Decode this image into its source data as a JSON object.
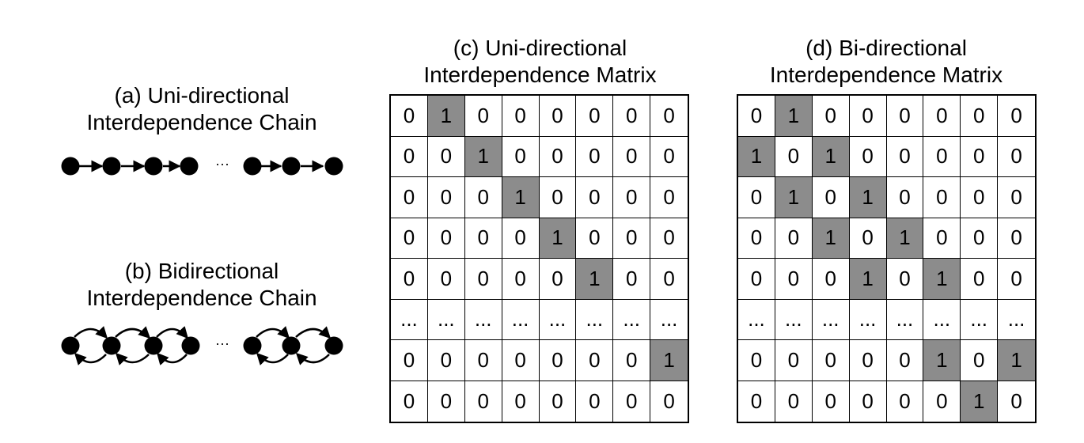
{
  "panel_a": {
    "title_line1": "(a) Uni-directional",
    "title_line2": "Interdependence Chain",
    "ellipsis": "···"
  },
  "panel_b": {
    "title_line1": "(b) Bidirectional",
    "title_line2": "Interdependence Chain",
    "ellipsis": "···"
  },
  "panel_c": {
    "title_line1": "(c) Uni-directional",
    "title_line2": "Interdependence Matrix",
    "rows": [
      [
        "0",
        "1",
        "0",
        "0",
        "0",
        "0",
        "0",
        "0"
      ],
      [
        "0",
        "0",
        "1",
        "0",
        "0",
        "0",
        "0",
        "0"
      ],
      [
        "0",
        "0",
        "0",
        "1",
        "0",
        "0",
        "0",
        "0"
      ],
      [
        "0",
        "0",
        "0",
        "0",
        "1",
        "0",
        "0",
        "0"
      ],
      [
        "0",
        "0",
        "0",
        "0",
        "0",
        "1",
        "0",
        "0"
      ],
      [
        "...",
        "...",
        "...",
        "...",
        "...",
        "...",
        "...",
        "..."
      ],
      [
        "0",
        "0",
        "0",
        "0",
        "0",
        "0",
        "0",
        "1"
      ],
      [
        "0",
        "0",
        "0",
        "0",
        "0",
        "0",
        "0",
        "0"
      ]
    ]
  },
  "panel_d": {
    "title_line1": "(d) Bi-directional",
    "title_line2": "Interdependence Matrix",
    "rows": [
      [
        "0",
        "1",
        "0",
        "0",
        "0",
        "0",
        "0",
        "0"
      ],
      [
        "1",
        "0",
        "1",
        "0",
        "0",
        "0",
        "0",
        "0"
      ],
      [
        "0",
        "1",
        "0",
        "1",
        "0",
        "0",
        "0",
        "0"
      ],
      [
        "0",
        "0",
        "1",
        "0",
        "1",
        "0",
        "0",
        "0"
      ],
      [
        "0",
        "0",
        "0",
        "1",
        "0",
        "1",
        "0",
        "0"
      ],
      [
        "...",
        "...",
        "...",
        "...",
        "...",
        "...",
        "...",
        "..."
      ],
      [
        "0",
        "0",
        "0",
        "0",
        "0",
        "1",
        "0",
        "1"
      ],
      [
        "0",
        "0",
        "0",
        "0",
        "0",
        "0",
        "1",
        "0"
      ]
    ]
  },
  "colors": {
    "highlight": "#8c8c8c",
    "line": "#000000",
    "background": "#ffffff"
  }
}
